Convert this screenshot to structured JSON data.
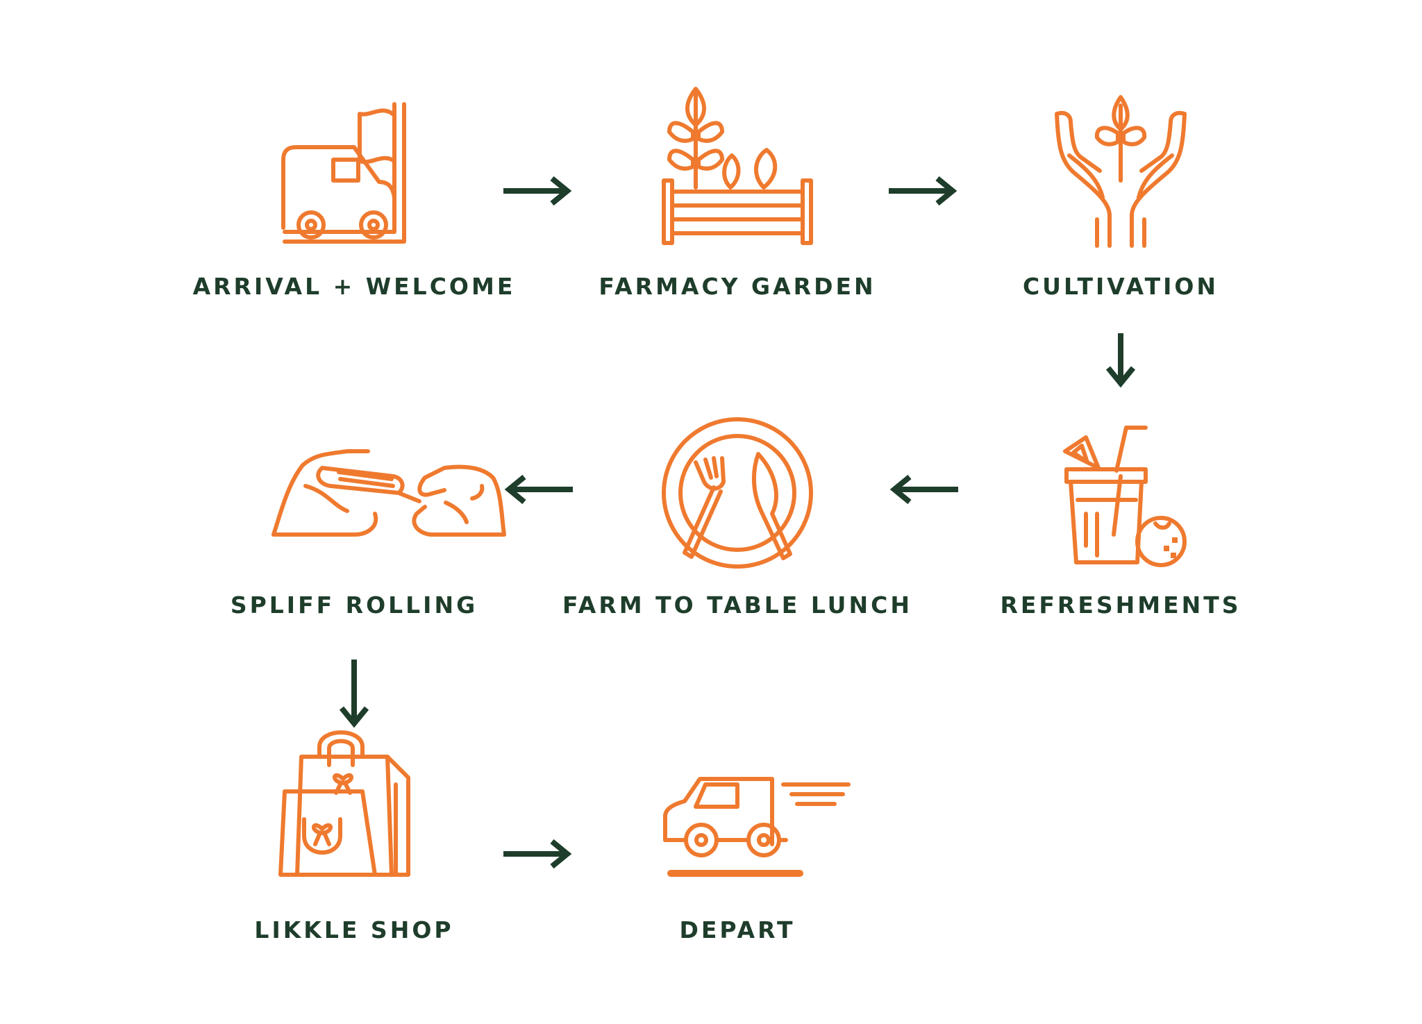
{
  "colors": {
    "icon": "#ef7a2f",
    "label": "#1e3d2b",
    "arrow": "#1e3d2b",
    "background": "#ffffff"
  },
  "steps": [
    {
      "label": "ARRIVAL + WELCOME",
      "icon": "van-with-flag-icon"
    },
    {
      "label": "FARMACY GARDEN",
      "icon": "garden-planter-icon"
    },
    {
      "label": "CULTIVATION",
      "icon": "hands-with-sprout-icon"
    },
    {
      "label": "REFRESHMENTS",
      "icon": "drink-with-orange-icon"
    },
    {
      "label": "FARM TO TABLE LUNCH",
      "icon": "plate-fork-knife-icon"
    },
    {
      "label": "SPLIFF ROLLING",
      "icon": "rolling-hands-icon"
    },
    {
      "label": "LIKKLE SHOP",
      "icon": "shopping-bags-icon"
    },
    {
      "label": "DEPART",
      "icon": "moving-van-icon"
    }
  ],
  "arrows": [
    {
      "from": "ARRIVAL + WELCOME",
      "to": "FARMACY GARDEN",
      "direction": "right"
    },
    {
      "from": "FARMACY GARDEN",
      "to": "CULTIVATION",
      "direction": "right"
    },
    {
      "from": "CULTIVATION",
      "to": "REFRESHMENTS",
      "direction": "down"
    },
    {
      "from": "REFRESHMENTS",
      "to": "FARM TO TABLE LUNCH",
      "direction": "left"
    },
    {
      "from": "FARM TO TABLE LUNCH",
      "to": "SPLIFF ROLLING",
      "direction": "left"
    },
    {
      "from": "SPLIFF ROLLING",
      "to": "LIKKLE SHOP",
      "direction": "down"
    },
    {
      "from": "LIKKLE SHOP",
      "to": "DEPART",
      "direction": "right"
    }
  ]
}
